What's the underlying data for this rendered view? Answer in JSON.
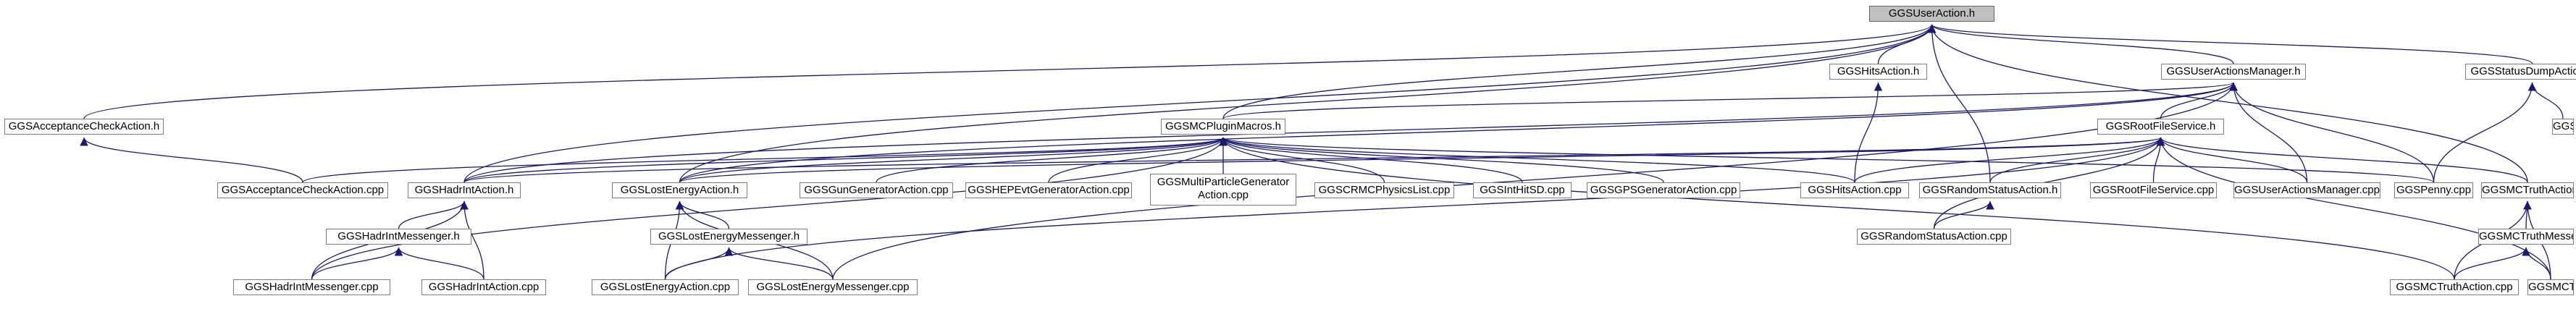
{
  "diagram": {
    "nodes": [
      {
        "id": "n1",
        "label": "GGSUserAction.h",
        "root": true
      },
      {
        "id": "n2",
        "label": "GGSAcceptanceCheckAction.h"
      },
      {
        "id": "n3",
        "label": "GGSHitsAction.h"
      },
      {
        "id": "n4",
        "label": "GGSUserActionsManager.h"
      },
      {
        "id": "n5",
        "label": "GGSStatusDumpAction.h"
      },
      {
        "id": "n6",
        "label": "GGSMCPluginMacros.h"
      },
      {
        "id": "n7",
        "label": "GGSRootFileService.h"
      },
      {
        "id": "n8",
        "label": "GGSStatusDumpAction.cpp"
      },
      {
        "id": "n9",
        "label": "GGSAcceptanceCheckAction.cpp"
      },
      {
        "id": "n10",
        "label": "GGSHadrIntAction.h"
      },
      {
        "id": "n11",
        "label": "GGSLostEnergyAction.h"
      },
      {
        "id": "n12",
        "label": "GGSGunGeneratorAction.cpp"
      },
      {
        "id": "n13",
        "label": "GGSHEPEvtGeneratorAction.cpp"
      },
      {
        "id": "n14",
        "label": "GGSMultiParticleGenerator Action.cpp"
      },
      {
        "id": "n15",
        "label": "GGSCRMCPhysicsList.cpp"
      },
      {
        "id": "n16",
        "label": "GGSIntHitSD.cpp"
      },
      {
        "id": "n17",
        "label": "GGSGPSGeneratorAction.cpp"
      },
      {
        "id": "n18",
        "label": "GGSHitsAction.cpp"
      },
      {
        "id": "n19",
        "label": "GGSRandomStatusAction.h"
      },
      {
        "id": "n20",
        "label": "GGSRootFileService.cpp"
      },
      {
        "id": "n21",
        "label": "GGSUserActionsManager.cpp"
      },
      {
        "id": "n22",
        "label": "GGSPenny.cpp"
      },
      {
        "id": "n23",
        "label": "GGSMCTruthAction.h"
      },
      {
        "id": "n24",
        "label": "GGSHadrIntMessenger.h"
      },
      {
        "id": "n25",
        "label": "GGSLostEnergyMessenger.h"
      },
      {
        "id": "n26",
        "label": "GGSRandomStatusAction.cpp"
      },
      {
        "id": "n27",
        "label": "GGSMCTruthMessenger.h"
      },
      {
        "id": "n28",
        "label": "GGSHadrIntMessenger.cpp"
      },
      {
        "id": "n29",
        "label": "GGSHadrIntAction.cpp"
      },
      {
        "id": "n30",
        "label": "GGSLostEnergyAction.cpp"
      },
      {
        "id": "n31",
        "label": "GGSLostEnergyMessenger.cpp"
      },
      {
        "id": "n32",
        "label": "GGSMCTruthAction.cpp"
      },
      {
        "id": "n33",
        "label": "GGSMCTruthMessenger.cpp"
      }
    ],
    "edges": [
      [
        "n2",
        "n1"
      ],
      [
        "n3",
        "n1"
      ],
      [
        "n4",
        "n1"
      ],
      [
        "n5",
        "n1"
      ],
      [
        "n6",
        "n1"
      ],
      [
        "n19",
        "n1"
      ],
      [
        "n23",
        "n1"
      ],
      [
        "n10",
        "n1"
      ],
      [
        "n11",
        "n1"
      ],
      [
        "n9",
        "n2"
      ],
      [
        "n18",
        "n3"
      ],
      [
        "n6",
        "n4"
      ],
      [
        "n10",
        "n4"
      ],
      [
        "n21",
        "n4"
      ],
      [
        "n22",
        "n4"
      ],
      [
        "n7",
        "n4"
      ],
      [
        "n11",
        "n4"
      ],
      [
        "n31",
        "n4"
      ],
      [
        "n8",
        "n5"
      ],
      [
        "n22",
        "n5"
      ],
      [
        "n9",
        "n6"
      ],
      [
        "n10",
        "n6"
      ],
      [
        "n11",
        "n6"
      ],
      [
        "n12",
        "n6"
      ],
      [
        "n13",
        "n6"
      ],
      [
        "n14",
        "n6"
      ],
      [
        "n15",
        "n6"
      ],
      [
        "n16",
        "n6"
      ],
      [
        "n17",
        "n6"
      ],
      [
        "n18",
        "n6"
      ],
      [
        "n22",
        "n6"
      ],
      [
        "n28",
        "n6"
      ],
      [
        "n32",
        "n6"
      ],
      [
        "n10",
        "n7"
      ],
      [
        "n11",
        "n7"
      ],
      [
        "n18",
        "n7"
      ],
      [
        "n19",
        "n7"
      ],
      [
        "n20",
        "n7"
      ],
      [
        "n21",
        "n7"
      ],
      [
        "n23",
        "n7"
      ],
      [
        "n30",
        "n7"
      ],
      [
        "n26",
        "n7"
      ],
      [
        "n33",
        "n7"
      ],
      [
        "n24",
        "n10"
      ],
      [
        "n28",
        "n10"
      ],
      [
        "n29",
        "n10"
      ],
      [
        "n25",
        "n11"
      ],
      [
        "n30",
        "n11"
      ],
      [
        "n31",
        "n11"
      ],
      [
        "n28",
        "n24"
      ],
      [
        "n29",
        "n24"
      ],
      [
        "n30",
        "n25"
      ],
      [
        "n31",
        "n25"
      ],
      [
        "n26",
        "n19"
      ],
      [
        "n27",
        "n23"
      ],
      [
        "n32",
        "n23"
      ],
      [
        "n33",
        "n23"
      ],
      [
        "n32",
        "n27"
      ],
      [
        "n33",
        "n27"
      ]
    ]
  },
  "colors": {
    "edge": "#191970",
    "root_fill": "#bfbfbf",
    "node_border": "#7f7f7f"
  }
}
